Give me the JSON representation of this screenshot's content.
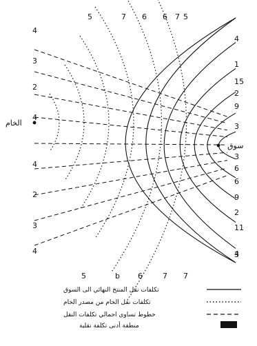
{
  "diagram": {
    "left_point_label": "الخام",
    "right_point_label": "سوق",
    "market_cost_labels": [
      "4",
      "1",
      "15",
      "2",
      "9",
      "3",
      "3",
      "6",
      "6",
      "9",
      "2",
      "11",
      "3",
      "4"
    ],
    "material_cost_labels_bottom": [
      "5",
      "b",
      "6",
      "7",
      "7"
    ],
    "material_cost_labels_top": [
      "5",
      "7",
      "6",
      "6",
      "7",
      "5"
    ],
    "isodapane_labels_left": [
      "4",
      "3",
      "2",
      "4",
      "4",
      "2",
      "3",
      "4"
    ],
    "legend": [
      {
        "style": "solid",
        "text": "تكلفات نقل المنتج النهائي الى السوق"
      },
      {
        "style": "dotted",
        "text": "تكلفات نقل الخام من مصدر الخام"
      },
      {
        "style": "dashed",
        "text": "خطوط تساوي اجمالي تكلفات النقل"
      }
    ],
    "legend_box_text": "منطقة أدنى تكلفة نقلية"
  },
  "colors": {
    "ink": "#111111",
    "background": "#ffffff"
  }
}
